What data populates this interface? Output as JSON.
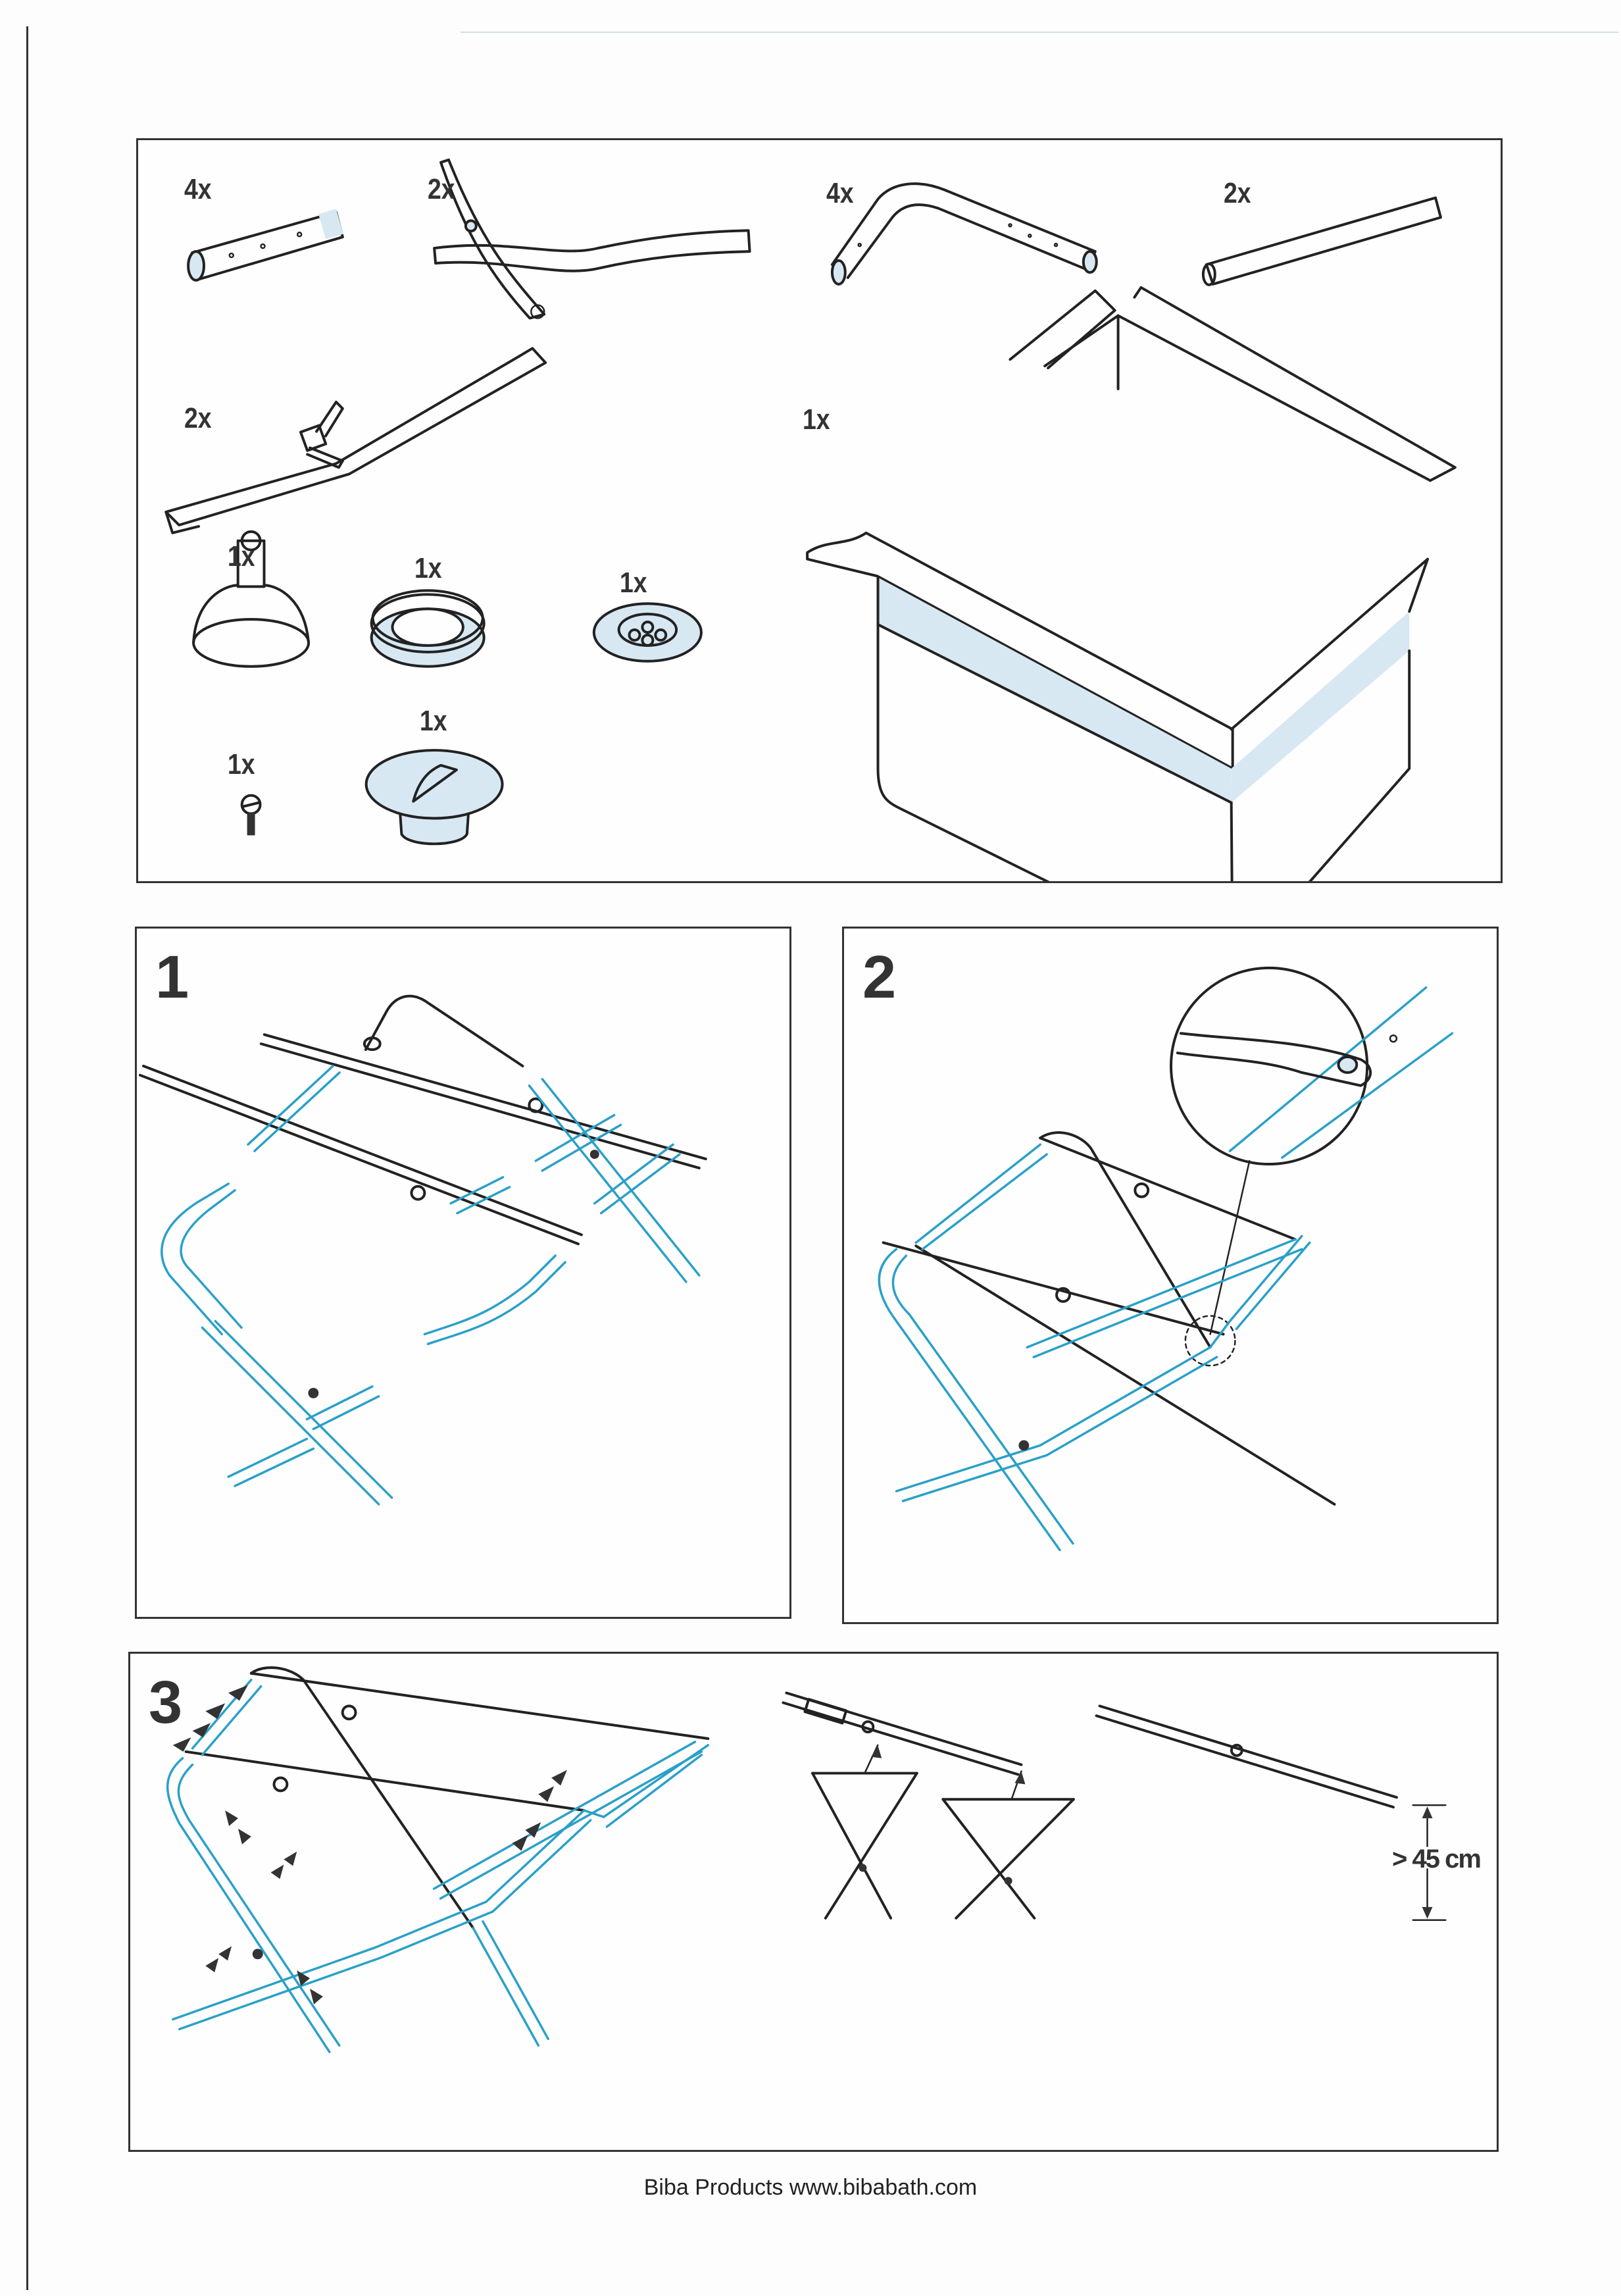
{
  "document": {
    "title": "Bath stand assembly instructions",
    "accent_color": "#2aa0c8",
    "tint_color": "#d7e8f2"
  },
  "parts": {
    "items": [
      {
        "qty": "4x",
        "icon": "short-tube-connector"
      },
      {
        "qty": "2x",
        "icon": "cross-leg-pair"
      },
      {
        "qty": "4x",
        "icon": "bent-tube"
      },
      {
        "qty": "2x",
        "icon": "straight-tube"
      },
      {
        "qty": "2x",
        "icon": "strap-with-buckle"
      },
      {
        "qty": "1x",
        "icon": "bath-tub"
      },
      {
        "qty": "1x",
        "icon": "drain-plug-base"
      },
      {
        "qty": "1x",
        "icon": "threaded-ring"
      },
      {
        "qty": "1x",
        "icon": "drain-strainer"
      },
      {
        "qty": "1x",
        "icon": "screw"
      },
      {
        "qty": "1x",
        "icon": "drain-cap"
      }
    ]
  },
  "steps": [
    {
      "number": "1",
      "description": "exploded-frame"
    },
    {
      "number": "2",
      "description": "assembled-frame-with-detail"
    },
    {
      "number": "3",
      "description": "adjust-height"
    }
  ],
  "step3": {
    "height_label": "> 45 cm"
  },
  "footer": {
    "text": "Biba Products www.bibabath.com"
  }
}
